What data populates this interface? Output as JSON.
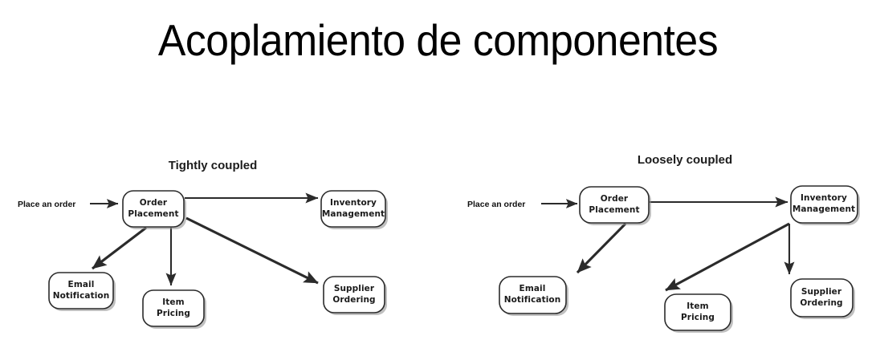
{
  "slide": {
    "title": "Acoplamiento de componentes",
    "background_color": "#ffffff",
    "ink_color": "#2b2b2b"
  },
  "diagrams": [
    {
      "id": "tightly-coupled",
      "heading": "Tightly coupled",
      "entry_label": "Place an order",
      "nodes": [
        {
          "id": "order-placement",
          "label_line1": "Order",
          "label_line2": "Placement"
        },
        {
          "id": "inventory-management",
          "label_line1": "Inventory",
          "label_line2": "Management"
        },
        {
          "id": "email-notification",
          "label_line1": "Email",
          "label_line2": "Notification"
        },
        {
          "id": "item-pricing",
          "label_line1": "Item",
          "label_line2": "Pricing"
        },
        {
          "id": "supplier-ordering",
          "label_line1": "Supplier",
          "label_line2": "Ordering"
        }
      ],
      "edges": [
        {
          "from": "entry",
          "to": "order-placement"
        },
        {
          "from": "order-placement",
          "to": "inventory-management"
        },
        {
          "from": "order-placement",
          "to": "email-notification"
        },
        {
          "from": "order-placement",
          "to": "item-pricing"
        },
        {
          "from": "order-placement",
          "to": "supplier-ordering"
        }
      ]
    },
    {
      "id": "loosely-coupled",
      "heading": "Loosely coupled",
      "entry_label": "Place an order",
      "nodes": [
        {
          "id": "order-placement",
          "label_line1": "Order",
          "label_line2": "Placement"
        },
        {
          "id": "inventory-management",
          "label_line1": "Inventory",
          "label_line2": "Management"
        },
        {
          "id": "email-notification",
          "label_line1": "Email",
          "label_line2": "Notification"
        },
        {
          "id": "item-pricing",
          "label_line1": "Item",
          "label_line2": "Pricing"
        },
        {
          "id": "supplier-ordering",
          "label_line1": "Supplier",
          "label_line2": "Ordering"
        }
      ],
      "edges": [
        {
          "from": "entry",
          "to": "order-placement"
        },
        {
          "from": "order-placement",
          "to": "inventory-management"
        },
        {
          "from": "order-placement",
          "to": "email-notification"
        },
        {
          "from": "inventory-management",
          "to": "item-pricing"
        },
        {
          "from": "inventory-management",
          "to": "supplier-ordering"
        }
      ]
    }
  ]
}
